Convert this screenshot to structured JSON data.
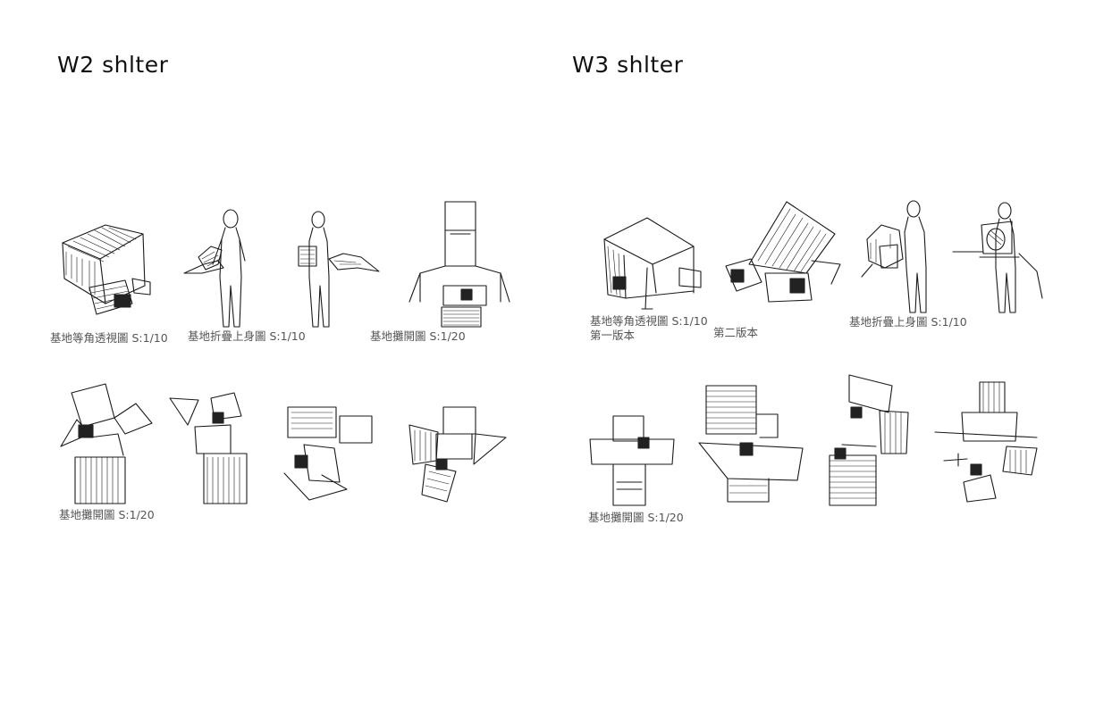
{
  "panels": [
    {
      "title": "W2 shlter",
      "captions": [
        "基地等角透視圖 S:1/10",
        "基地折疊上身圖 S:1/10",
        "基地攤開圖 S:1/20",
        "基地攤開圖 S:1/20"
      ]
    },
    {
      "title": "W3 shlter",
      "captions": [
        "基地等角透視圖 S:1/10",
        "第一版本",
        "第二版本",
        "基地折疊上身圖 S:1/10",
        "基地攤開圖 S:1/20"
      ]
    }
  ]
}
